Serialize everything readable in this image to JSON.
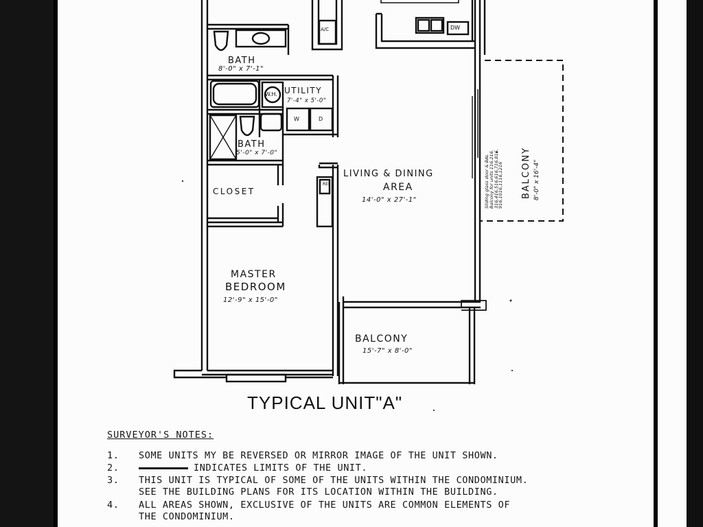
{
  "plan": {
    "rooms": {
      "bath_1": {
        "name": "BATH",
        "size": "8'-0\" x 7'-1\""
      },
      "utility": {
        "name": "UTILITY",
        "size": "7'-4\" x 5'-0\""
      },
      "bath_2": {
        "name": "BATH",
        "size": "5'-0\" x 7'-0\""
      },
      "closet": {
        "name": "CLOSET"
      },
      "living_dining": {
        "name_line1": "LIVING & DINING",
        "name_line2": "AREA",
        "size": "14'-0\" x 27'-1\""
      },
      "master_bedroom": {
        "name_line1": "MASTER",
        "name_line2": "BEDROOM",
        "size": "12'-9\" x 15'-0\""
      },
      "balcony_south": {
        "name": "BALCONY",
        "size": "15'-7\" x 8'-0\""
      },
      "balcony_east": {
        "name": "BALCONY",
        "size": "8'-0\" x 16'-4\""
      }
    },
    "fixture_labels": {
      "wh": "W.H.",
      "washer": "W",
      "dryer": "D",
      "ac": "A/C",
      "dw": "DW",
      "ref": "REF"
    },
    "sliding_door_note": [
      "Sliding glass door & BAL",
      "Balcony for units 116,216,",
      "316,416,516,616,716,816,",
      "916,1016,1116,1216"
    ]
  },
  "caption": "TYPICAL UNIT\"A\"",
  "notes": {
    "heading": "SURVEYOR'S NOTES:",
    "items": [
      {
        "num": "1.",
        "lines": [
          "SOME UNITS MY BE REVERSED OR MIRROR IMAGE OF THE UNIT SHOWN."
        ]
      },
      {
        "num": "2.",
        "lines": [
          "INDICATES LIMITS OF THE UNIT."
        ]
      },
      {
        "num": "3.",
        "lines": [
          "THIS UNIT IS TYPICAL OF SOME OF THE UNITS WITHIN THE CONDOMINIUM.",
          "SEE THE BUILDING PLANS FOR ITS LOCATION WITHIN THE BUILDING."
        ]
      },
      {
        "num": "4.",
        "lines": [
          "ALL AREAS SHOWN, EXCLUSIVE OF THE UNITS ARE COMMON ELEMENTS OF",
          "THE CONDOMINIUM."
        ]
      }
    ]
  }
}
